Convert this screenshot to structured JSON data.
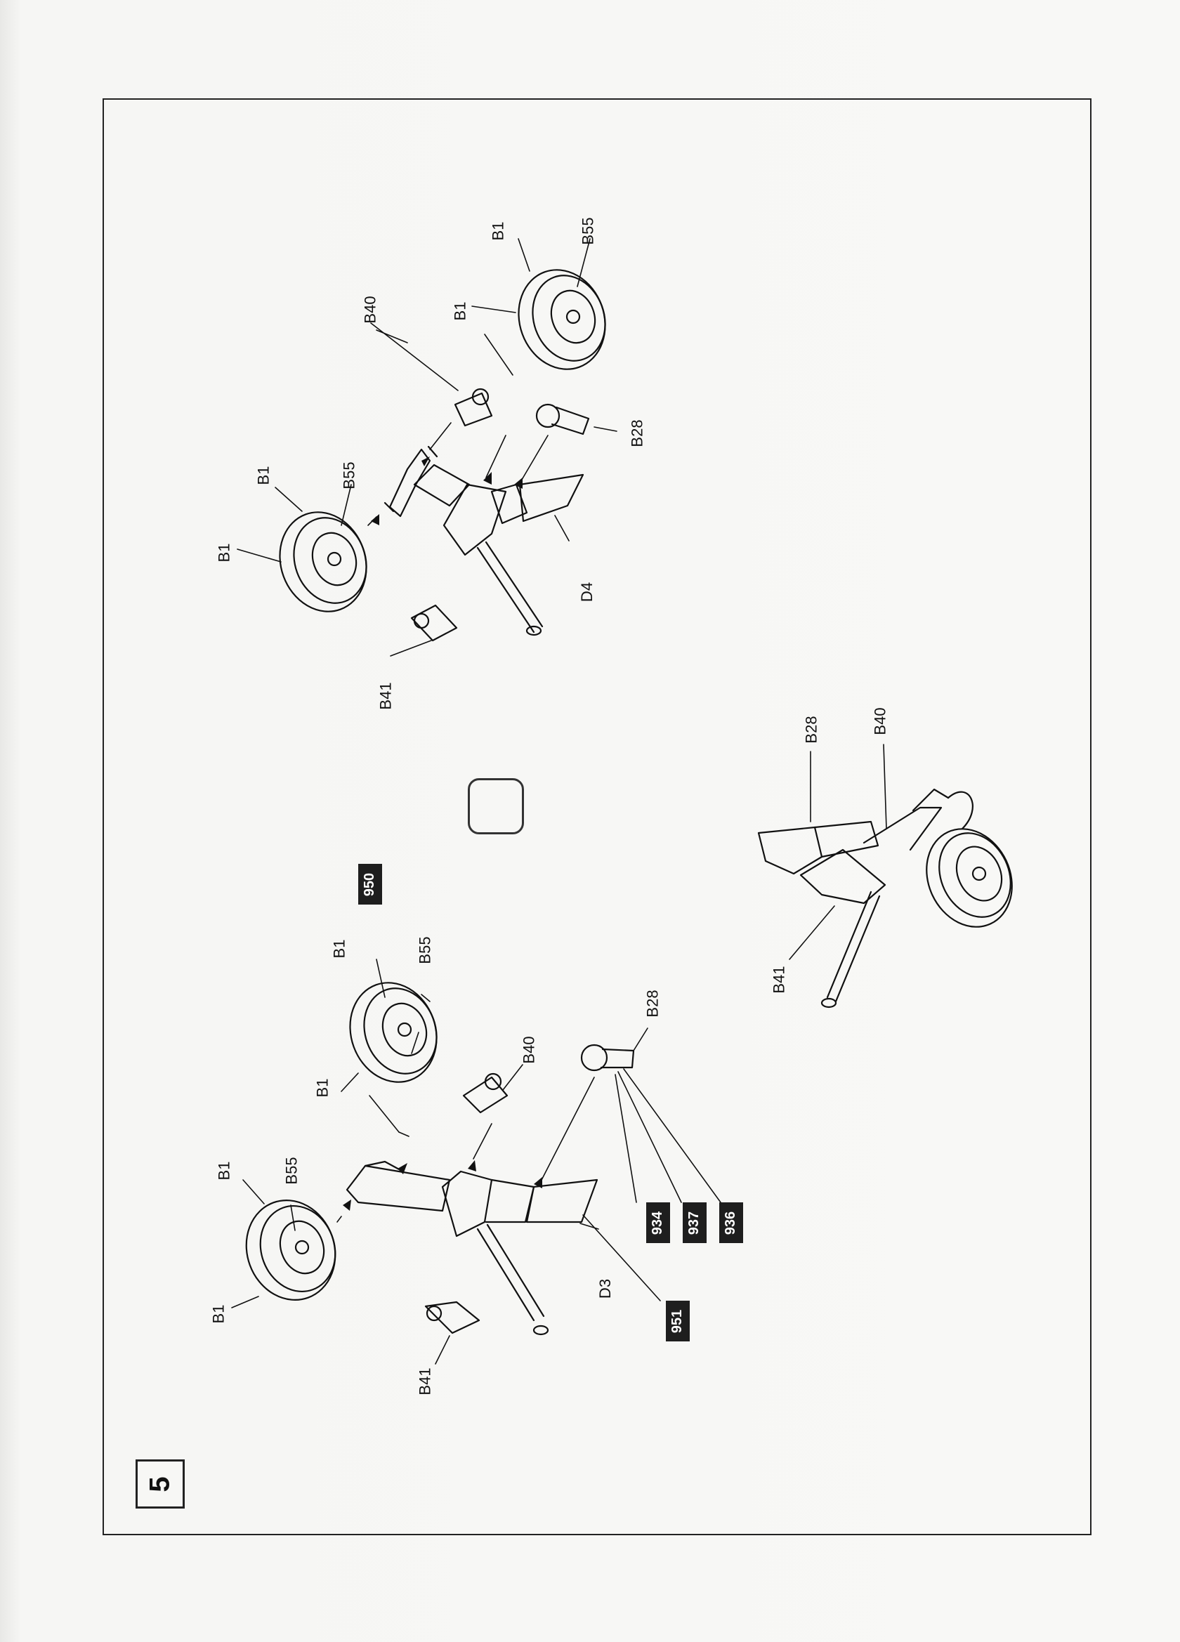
{
  "step": {
    "number": "5"
  },
  "labels": {
    "b1": "B1",
    "b55": "B55",
    "b40": "B40",
    "b28": "B28",
    "b41": "B41",
    "d3": "D3",
    "d4": "D4"
  },
  "paint_codes": {
    "c950": "950",
    "c951": "951",
    "c934": "934",
    "c937": "937",
    "c936": "936"
  },
  "icons": {
    "rotate": "rotate-view-icon"
  }
}
